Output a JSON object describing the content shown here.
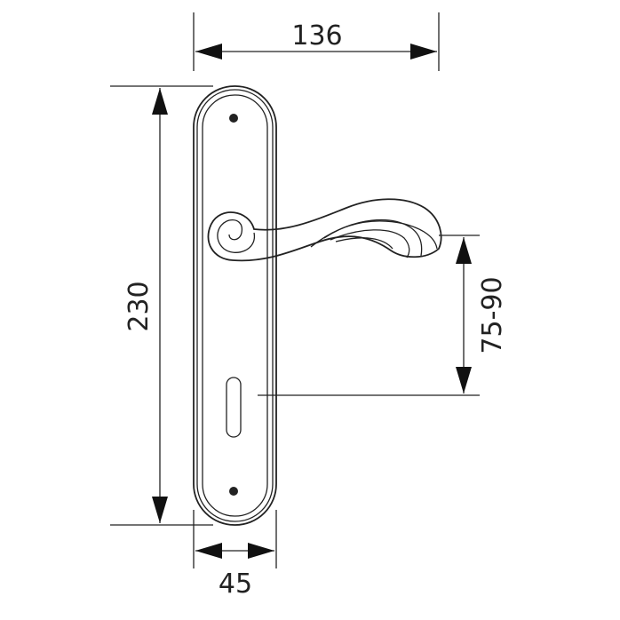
{
  "dimensions": {
    "width_total": "136",
    "height_total": "230",
    "handle_to_keyhole": "75-90",
    "plate_width": "45"
  },
  "colors": {
    "line": "#222222",
    "background": "#ffffff"
  }
}
